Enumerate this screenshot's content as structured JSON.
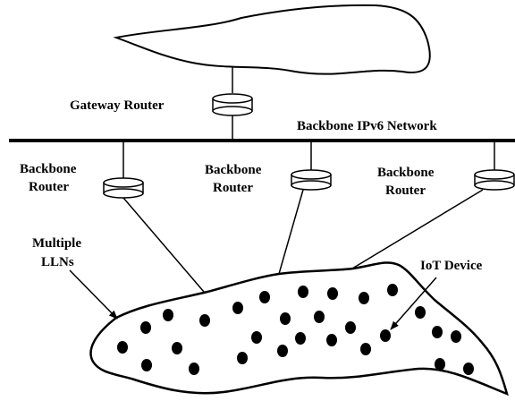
{
  "labels": {
    "gateway_router": "Gateway Router",
    "backbone_network": "Backbone IPv6 Network",
    "backbone_router_line1": "Backbone",
    "backbone_router_line2": "Router",
    "multiple_llns_line1": "Multiple",
    "multiple_llns_line2": "LLNs",
    "iot_device": "IoT Device"
  },
  "colors": {
    "stroke": "#000000",
    "fill": "#ffffff"
  }
}
